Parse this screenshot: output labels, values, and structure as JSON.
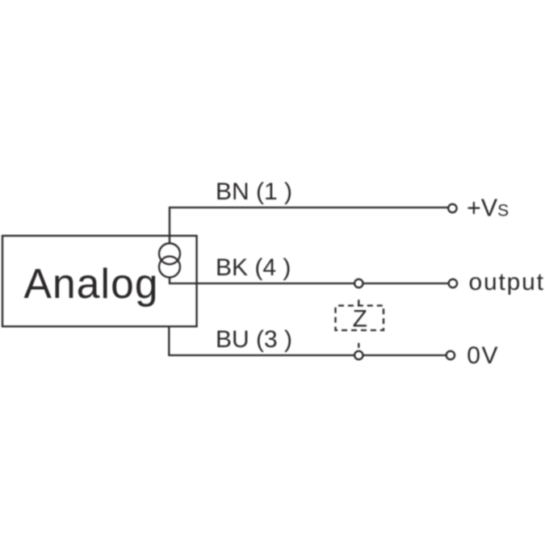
{
  "colors": {
    "line": "#2a2728",
    "text": "#2a2728",
    "background": "#ffffff"
  },
  "device": {
    "label": "Analog"
  },
  "wires": [
    {
      "label": "BN (1 )",
      "terminal_label": "+Vs",
      "terminal_label_main": "+V",
      "terminal_label_sub": "s"
    },
    {
      "label": "BK (4 )",
      "terminal_label": "output"
    },
    {
      "label": "BU (3 )",
      "terminal_label": "0V"
    }
  ],
  "load": {
    "label": "Z"
  }
}
